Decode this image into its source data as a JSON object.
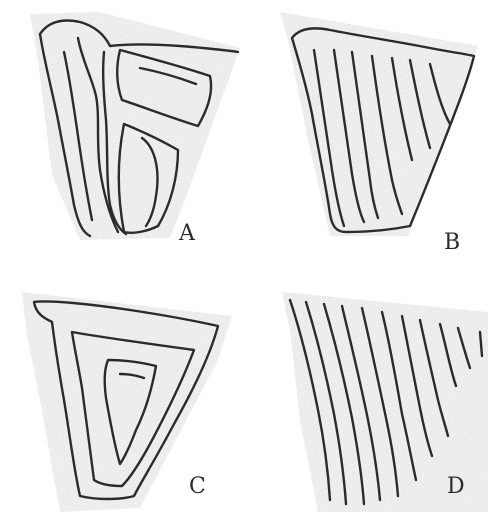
{
  "labels": {
    "a": "A",
    "b": "B",
    "c": "C",
    "d": "D"
  },
  "colors": {
    "line": "#2b2b2b",
    "speckle": "#d9d9d9",
    "background": "#ffffff"
  }
}
